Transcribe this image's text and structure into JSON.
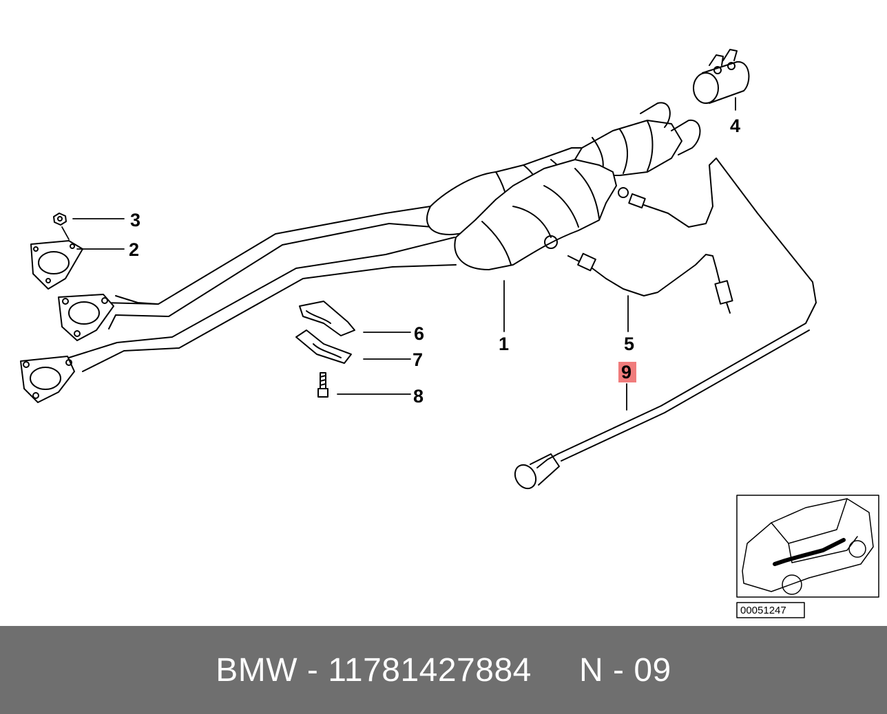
{
  "diagram": {
    "callouts": [
      {
        "id": "1",
        "label": "1"
      },
      {
        "id": "2",
        "label": "2"
      },
      {
        "id": "3",
        "label": "3"
      },
      {
        "id": "4",
        "label": "4"
      },
      {
        "id": "5",
        "label": "5"
      },
      {
        "id": "6",
        "label": "6"
      },
      {
        "id": "7",
        "label": "7"
      },
      {
        "id": "8",
        "label": "8"
      },
      {
        "id": "9",
        "label": "9",
        "highlighted": true
      }
    ],
    "highlight_color": "#f07c7c",
    "thumbnail_id": "00051247"
  },
  "footer": {
    "text": "BMW - 11781427884     N - 09",
    "background": "#6f6f6f",
    "text_color": "#ffffff"
  }
}
